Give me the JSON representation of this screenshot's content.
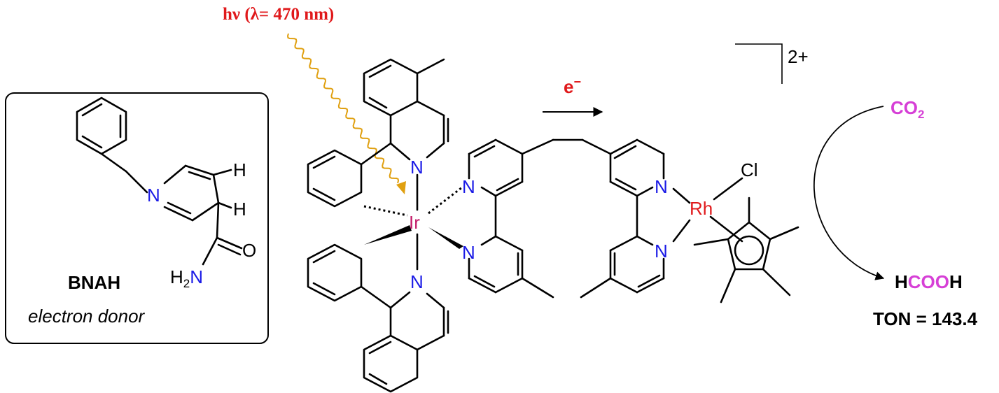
{
  "light": {
    "prefix": "hν (λ= ",
    "value": "470",
    "unit": " nm)"
  },
  "donor_box": {
    "name": "BNAH",
    "role": "electron donor"
  },
  "bnah_atoms": {
    "n": "N",
    "h1": "H",
    "h2": "H",
    "o": "O",
    "nh2_h": "H",
    "nh2_sub": "2",
    "nh2_n": "N"
  },
  "ir_complex": {
    "metal": "Ir",
    "n_top": "N",
    "n_bottom": "N",
    "n_bpy1": "N",
    "n_bpy2": "N"
  },
  "rh_complex": {
    "metal": "Rh",
    "cl": "Cl",
    "n1": "N",
    "n2": "N"
  },
  "charge": "2+",
  "electron_transfer": {
    "label": "e",
    "sup": "−"
  },
  "cycle": {
    "co2_main": "CO",
    "co2_sub": "2",
    "product_h1": "H",
    "product_coo": "COO",
    "product_h2": "H"
  },
  "result": {
    "label": "TON = 143.4"
  },
  "colors": {
    "red": "#e0191b",
    "blue": "#1a1ae6",
    "iridium": "#c41e6b",
    "magenta": "#d63fd6",
    "arrow_gold": "#e0a010",
    "black": "#000000"
  }
}
